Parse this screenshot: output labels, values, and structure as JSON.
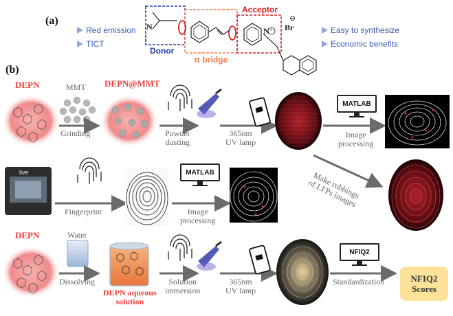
{
  "panel_a": {
    "label": "(a)",
    "left_features": [
      "Red emission",
      "TICT"
    ],
    "right_features": [
      "Easy to synthesize",
      "Economic benefits"
    ],
    "donor": "Donor",
    "bridge": "π bridge",
    "acceptor": "Acceptor",
    "counterion": "Br",
    "charge_minus": "⊖",
    "charge_plus": "+",
    "nitrogen": "N"
  },
  "panel_b": {
    "label": "(b)",
    "row1": {
      "depn": "DEPN",
      "mmt": "MMT",
      "grinding": "Grinding",
      "depn_mmt": "DEPN@MMT",
      "powder_dusting": [
        "Powder",
        "dusting"
      ],
      "uv_lamp": [
        "365nm",
        "UV lamp"
      ],
      "matlab": "MATLAB",
      "image_processing": [
        "Image",
        "processing"
      ]
    },
    "row2": {
      "device_brand": "live",
      "fingerprint": "Fingerprint",
      "matlab": "MATLAB",
      "image_processing": [
        "Image",
        "processing"
      ],
      "rubbings": [
        "Make rubbings",
        "of LFPs images"
      ]
    },
    "row3": {
      "depn": "DEPN",
      "water": "Water",
      "dissolving": "Dissolving",
      "aqueous": [
        "DEPN aqueous",
        "solution"
      ],
      "immersion": [
        "Solution",
        "immersion"
      ],
      "uv_lamp": [
        "365nm",
        "UV lamp"
      ],
      "nfiq2": "NFIQ2",
      "standardization": "Standardization",
      "scores": [
        "NFIQ2",
        "Scores"
      ]
    }
  },
  "colors": {
    "donor": "#1f3fa8",
    "bridge": "#f07b45",
    "acceptor": "#d62020",
    "accent_pink": "#e8413c",
    "arrow": "#6b6b6b",
    "blob": "#f08a8a",
    "score_box": "#fde39a"
  }
}
